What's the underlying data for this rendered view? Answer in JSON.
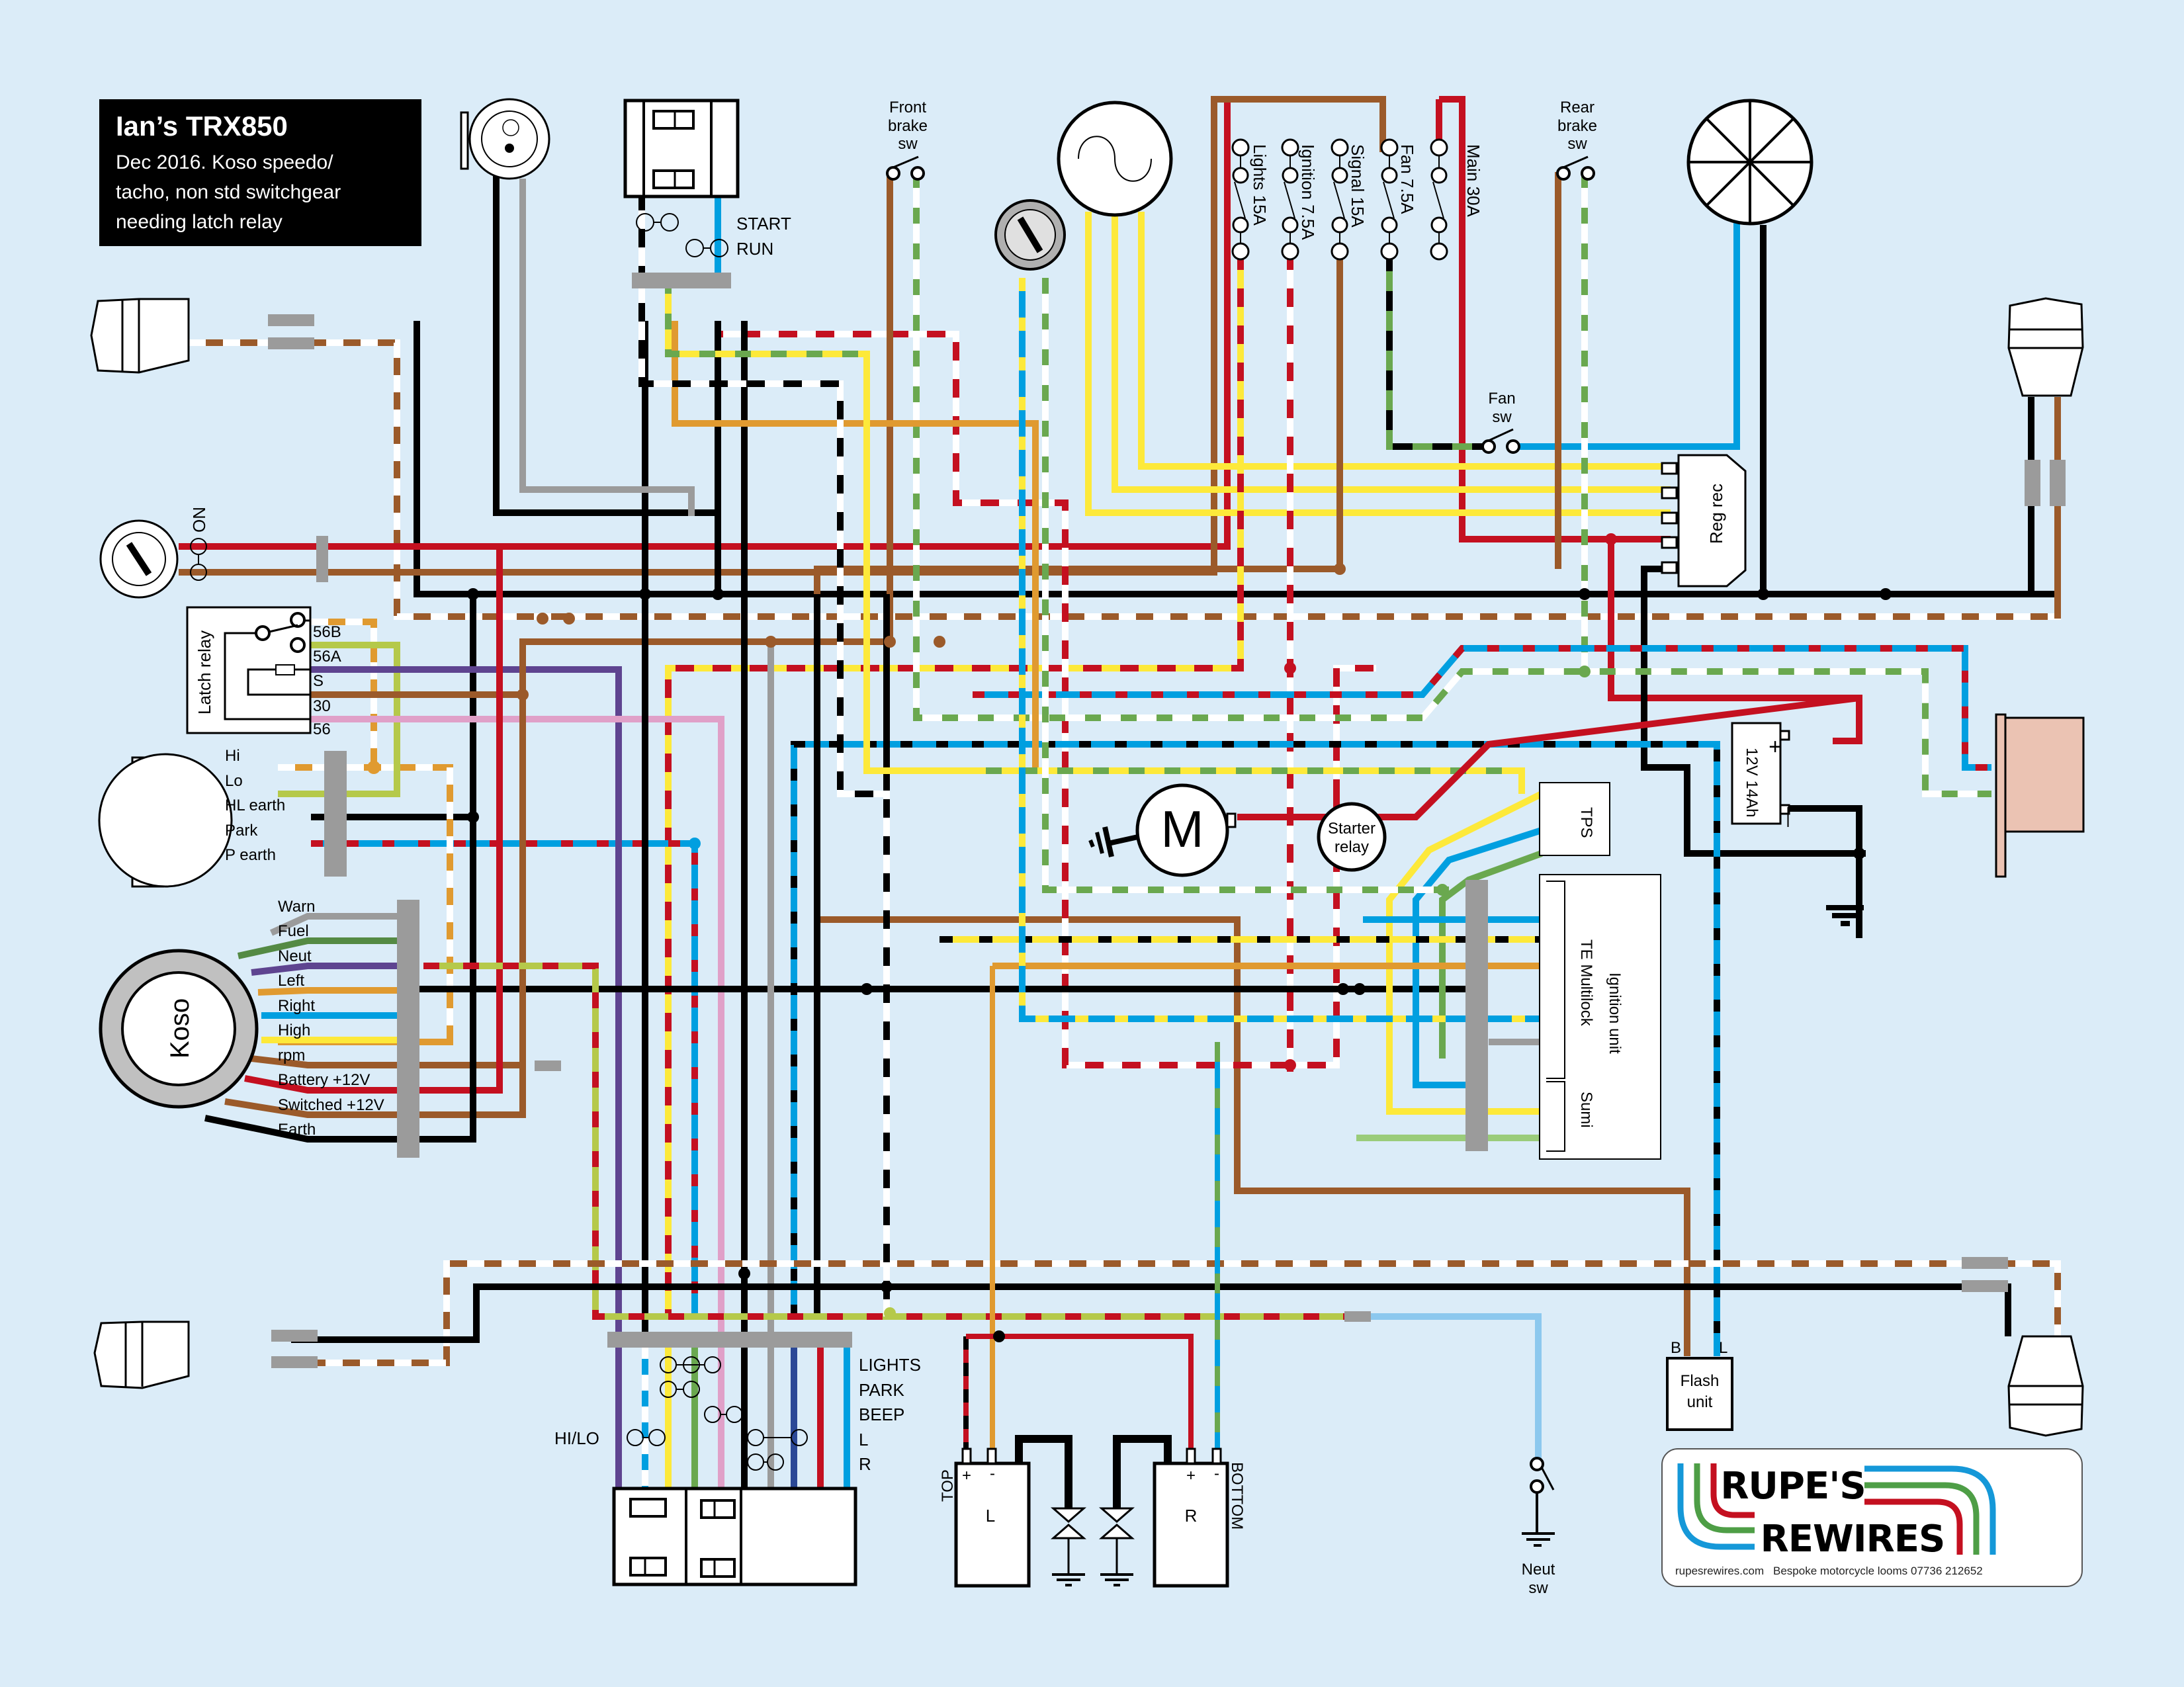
{
  "title_block": {
    "title": "Ian’s TRX850",
    "line1": "Dec 2016. Koso speedo/",
    "line2": "tacho, non std switchgear",
    "line3": "needing latch relay"
  },
  "wire_colors": {
    "red": "#c41020",
    "brown": "#9b5a2a",
    "black": "#000000",
    "yellow": "#fde93a",
    "blue": "#009fe0",
    "light_blue": "#8cc8ee",
    "green": "#6aa84f",
    "light_green": "#b5c94a",
    "orange": "#e09a30",
    "purple": "#5e4490",
    "pink": "#e0a0c8",
    "grey": "#9b9b9b",
    "white": "#ffffff",
    "dark_blue": "#2b4896",
    "background": "#dbecf8",
    "horn_pink": "#ebc3b3"
  },
  "components": {
    "ignition_switch": {
      "label": "ON"
    },
    "latch_relay": {
      "label": "Latch relay",
      "pins": [
        "56B",
        "56A",
        "S",
        "30",
        "56"
      ]
    },
    "headlight": {
      "wires": [
        "Hi",
        "Lo",
        "HL earth",
        "Park",
        "P earth"
      ]
    },
    "koso": {
      "label": "Koso",
      "wires": [
        "Warn",
        "Fuel",
        "Neut",
        "Left",
        "Right",
        "High",
        "rpm",
        "Battery +12V",
        "Switched +12V",
        "Earth"
      ]
    },
    "right_switchgear": {
      "positions": [
        "START",
        "RUN"
      ]
    },
    "front_brake": {
      "label_1": "Front",
      "label_2": "brake",
      "label_3": "sw"
    },
    "rear_brake": {
      "label_1": "Rear",
      "label_2": "brake",
      "label_3": "sw"
    },
    "fan_switch": {
      "label_1": "Fan",
      "label_2": "sw"
    },
    "fuses": [
      {
        "label": "Lights 15A"
      },
      {
        "label": "Ignition 7.5A"
      },
      {
        "label": "Signal 15A"
      },
      {
        "label": "Fan 7.5A"
      },
      {
        "label": "Main 30A"
      }
    ],
    "reg_rec": {
      "label": "Reg rec"
    },
    "battery": {
      "label": "12V 14Ah",
      "plus": "+",
      "minus": "—"
    },
    "starter_motor": {
      "label": "M"
    },
    "starter_relay": {
      "label_1": "Starter",
      "label_2": "relay"
    },
    "tps": {
      "label": "TPS"
    },
    "ignition_unit": {
      "label": "Ignition unit",
      "sub1": "TE Multilock",
      "sub2": "Sumi"
    },
    "left_switchgear": {
      "positions": [
        "LIGHTS",
        "PARK",
        "BEEP",
        "L",
        "R"
      ],
      "hilo": "HI/LO"
    },
    "horns": {
      "left": {
        "label": "L",
        "side": "TOP",
        "plus": "+",
        "minus": "-"
      },
      "right": {
        "label": "R",
        "side": "BOTTOM",
        "plus": "+",
        "minus": "-"
      }
    },
    "neutral_switch": {
      "label_1": "Neut",
      "label_2": "sw"
    },
    "flash_unit": {
      "label_1": "Flash",
      "label_2": "unit",
      "pin_b": "B",
      "pin_l": "L"
    }
  },
  "logo": {
    "line1": "RUPE'S",
    "line2": "REWIRES",
    "website": "rupesrewires.com",
    "tagline": "Bespoke motorcycle looms",
    "phone": "07736 212652"
  }
}
